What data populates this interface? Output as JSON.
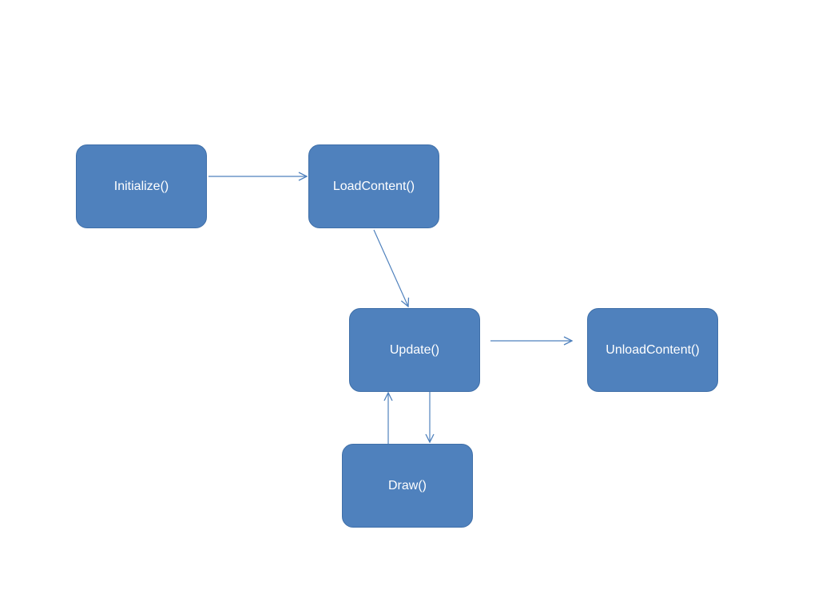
{
  "colors": {
    "node_fill": "#4f81bd",
    "node_border": "#3f6fa8",
    "node_text": "#ffffff",
    "edge": "#4f81bd"
  },
  "nodes": {
    "initialize": {
      "label": "Initialize()"
    },
    "loadcontent": {
      "label": "LoadContent()"
    },
    "update": {
      "label": "Update()"
    },
    "unloadcontent": {
      "label": "UnloadContent()"
    },
    "draw": {
      "label": "Draw()"
    }
  },
  "edges": [
    {
      "from": "initialize",
      "to": "loadcontent"
    },
    {
      "from": "loadcontent",
      "to": "update"
    },
    {
      "from": "update",
      "to": "unloadcontent"
    },
    {
      "from": "update",
      "to": "draw"
    },
    {
      "from": "draw",
      "to": "update"
    }
  ]
}
